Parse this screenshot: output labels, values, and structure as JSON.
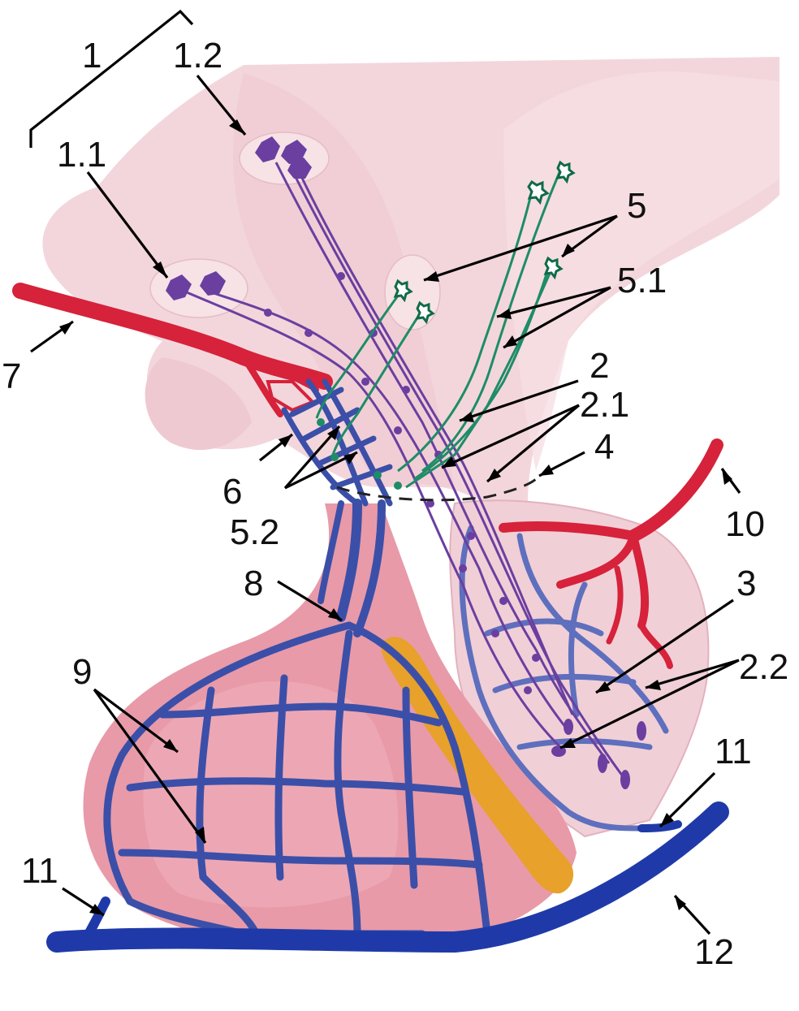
{
  "colors": {
    "background": "#ffffff",
    "hypothalamus_tissue": "#f3d6dc",
    "posterior_lobe": "#f1cfd7",
    "anterior_lobe": "#e89aa8",
    "artery_red": "#d6223a",
    "portal_blue": "#3b4fa8",
    "neurosecretory_purple": "#6a3fa0",
    "releasing_neuron_green": "#1e8c68",
    "pars_intermedia_orange": "#e8a12a",
    "label_ink": "#111111"
  },
  "labels": {
    "l1": "1",
    "l1_1": "1.1",
    "l1_2": "1.2",
    "l2": "2",
    "l2_1": "2.1",
    "l2_2": "2.2",
    "l3": "3",
    "l4": "4",
    "l5": "5",
    "l5_1": "5.1",
    "l5_2": "5.2",
    "l6": "6",
    "l7": "7",
    "l8": "8",
    "l9": "9",
    "l10": "10",
    "l11_left": "11",
    "l11_right": "11",
    "l12": "12"
  }
}
